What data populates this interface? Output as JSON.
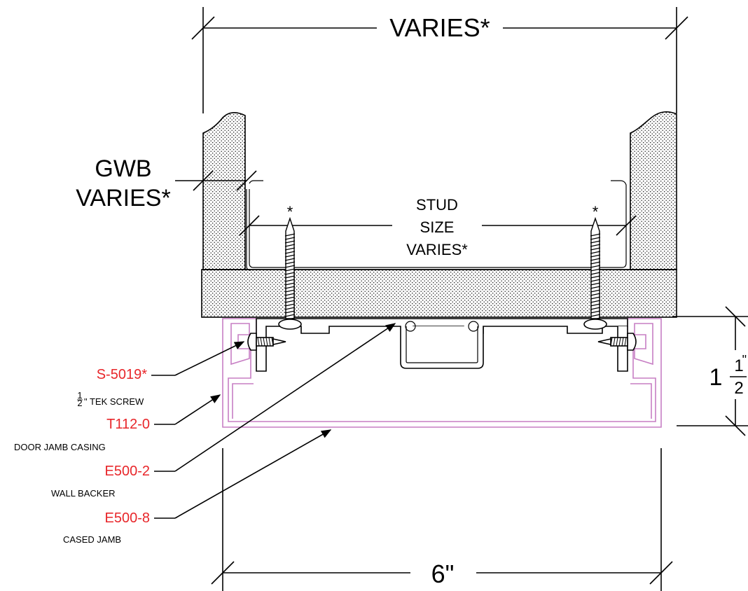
{
  "dimensions": {
    "top_width": "VARIES*",
    "bottom_width": "6\"",
    "gwb_line1": "GWB",
    "gwb_line2": "VARIES*",
    "stud_line1": "STUD",
    "stud_line2": "SIZE",
    "stud_line3": "VARIES*",
    "screw_marker": "*",
    "depth_whole": "1",
    "depth_num": "1",
    "depth_den": "2",
    "depth_unit": "\""
  },
  "callouts": [
    {
      "code": "S-5019*",
      "desc_frac_num": "1",
      "desc_frac_den": "2",
      "desc": "\" TEK SCREW"
    },
    {
      "code": "T112-0",
      "desc": "DOOR JAMB CASING"
    },
    {
      "code": "E500-2",
      "desc": "WALL BACKER"
    },
    {
      "code": "E500-8",
      "desc": "CASED JAMB"
    }
  ],
  "colors": {
    "callout_code": "#e8262a",
    "casing_outline": "#c77fc4",
    "line": "#000000"
  }
}
